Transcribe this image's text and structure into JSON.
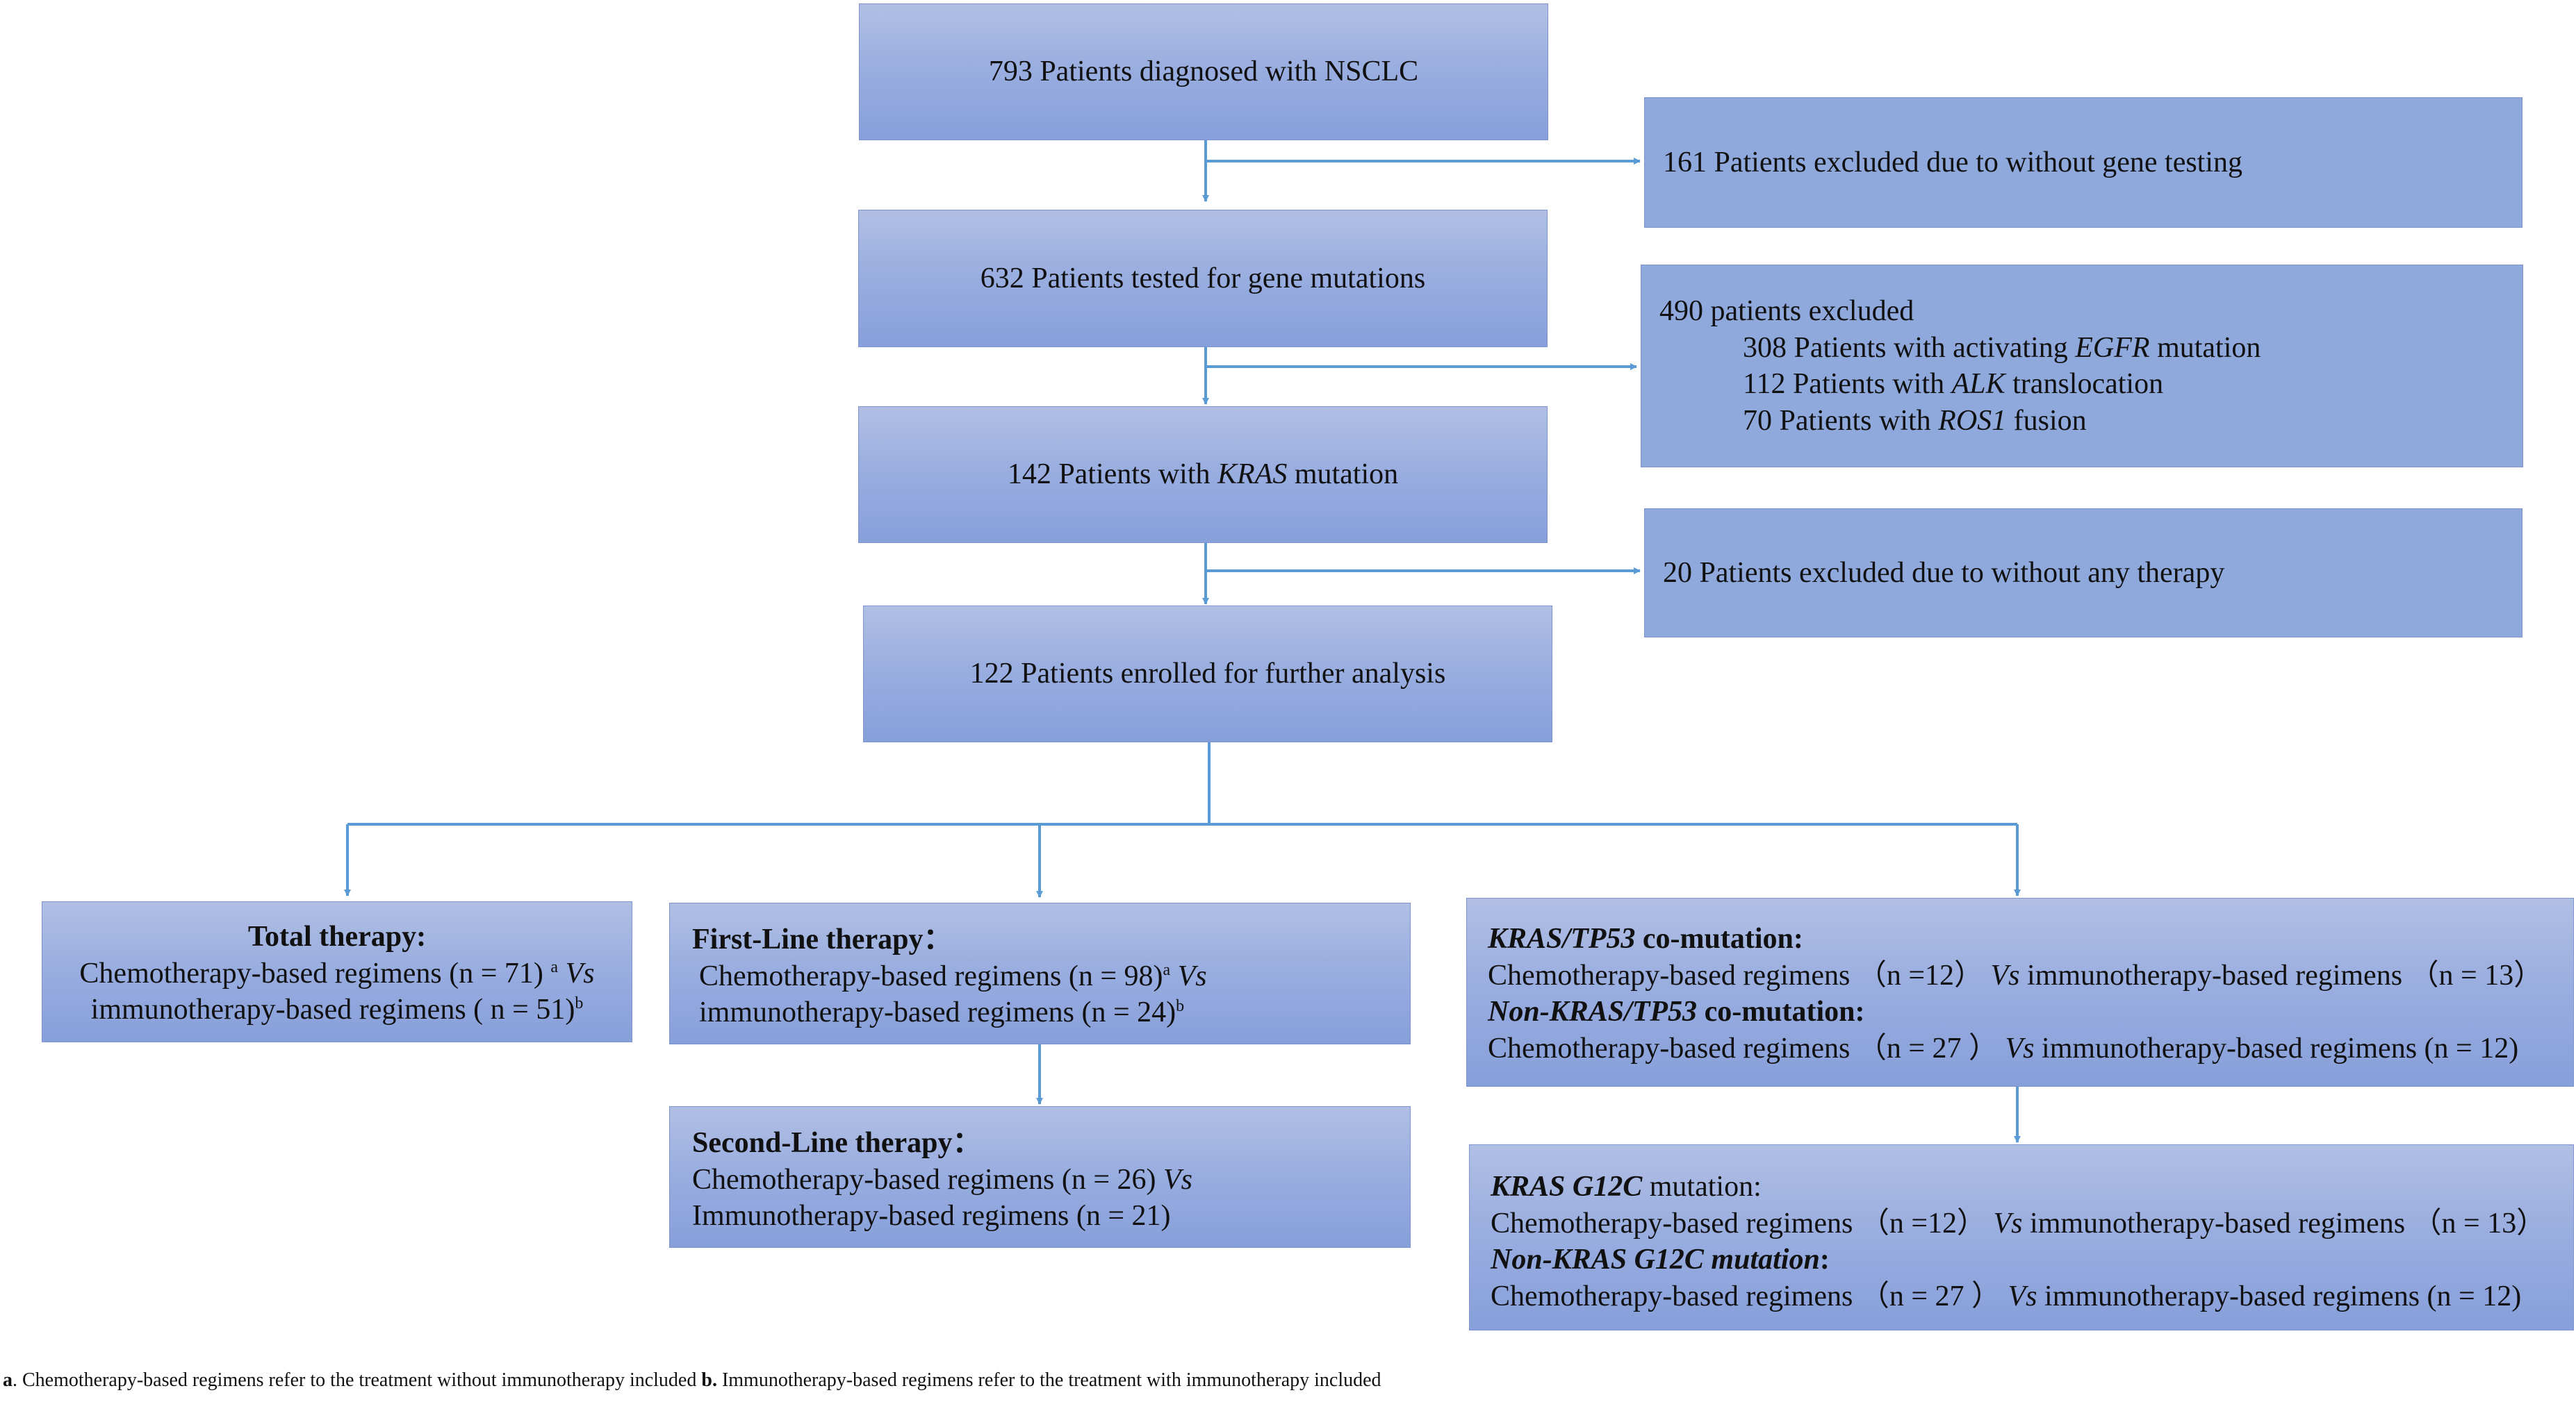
{
  "colors": {
    "box_fill": "#8fa9dd",
    "connector": "#5b9bd5"
  },
  "main": {
    "diagnosed": "793 Patients diagnosed with NSCLC",
    "tested": "632 Patients tested for gene mutations",
    "kras_prefix": "142 Patients with ",
    "kras_gene": "KRAS",
    "kras_suffix": " mutation",
    "enrolled": "122 Patients enrolled for further analysis"
  },
  "exclusions": {
    "no_gene_testing": "161 Patients excluded due to without gene testing",
    "driver": {
      "header": "490 patients excluded",
      "egfr_prefix": "308 Patients with activating ",
      "egfr_gene": "EGFR",
      "egfr_suffix": " mutation",
      "alk_prefix": "112 Patients with ",
      "alk_gene": "ALK",
      "alk_suffix": " translocation",
      "ros1_prefix": "70 Patients with ",
      "ros1_gene": "ROS1",
      "ros1_suffix": " fusion"
    },
    "no_therapy": "20 Patients excluded due to without any therapy"
  },
  "total": {
    "title": "Total therapy:",
    "line1": "Chemotherapy-based regimens (n = 71)",
    "sup_a": "a",
    "vs": "Vs",
    "line2": "immunotherapy-based regimens ( n = 51)",
    "sup_b": "b"
  },
  "first_line": {
    "title": "First-Line therapy：",
    "line1": "Chemotherapy-based regimens (n = 98)",
    "sup_a": "a",
    "vs": "Vs",
    "line2": "immunotherapy-based regimens  (n = 24)",
    "sup_b": "b"
  },
  "second_line": {
    "title": "Second-Line  therapy：",
    "line1": "Chemotherapy-based regimens (n = 26)",
    "vs": "Vs",
    "line2": "Immunotherapy-based regimens (n = 21)"
  },
  "tp53": {
    "title1": "KRAS/TP53",
    "title1_suffix": " co-mutation:",
    "line1_chemo": "Chemotherapy-based regimens （n =12）",
    "vs": "Vs",
    "line1_immuno": " immunotherapy-based regimens  （n = 13）",
    "title2": "Non-KRAS/TP53",
    "title2_suffix": " co-mutation:",
    "line2_chemo": "Chemotherapy-based regimens （n = 27 ）",
    "line2_immuno": " immunotherapy-based regimens (n = 12)"
  },
  "g12c": {
    "title1": "KRAS G12C",
    "title1_suffix": "  mutation:",
    "line1_chemo": "Chemotherapy-based regimens （n =12）",
    "vs": "Vs",
    "line1_immuno": " immunotherapy-based regimens  （n = 13）",
    "title2": "Non-KRAS G12C  mutation",
    "title2_suffix": ":",
    "line2_chemo": "Chemotherapy-based regimens （n = 27 ）",
    "line2_immuno": " immunotherapy-based regimens (n = 12)"
  },
  "footnote": {
    "a_label": "a",
    "a_text": ". Chemotherapy-based regimens refer to the treatment without immunotherapy included  ",
    "b_label": "b.",
    "b_text": " Immunotherapy-based regimens refer to the treatment with immunotherapy included"
  }
}
